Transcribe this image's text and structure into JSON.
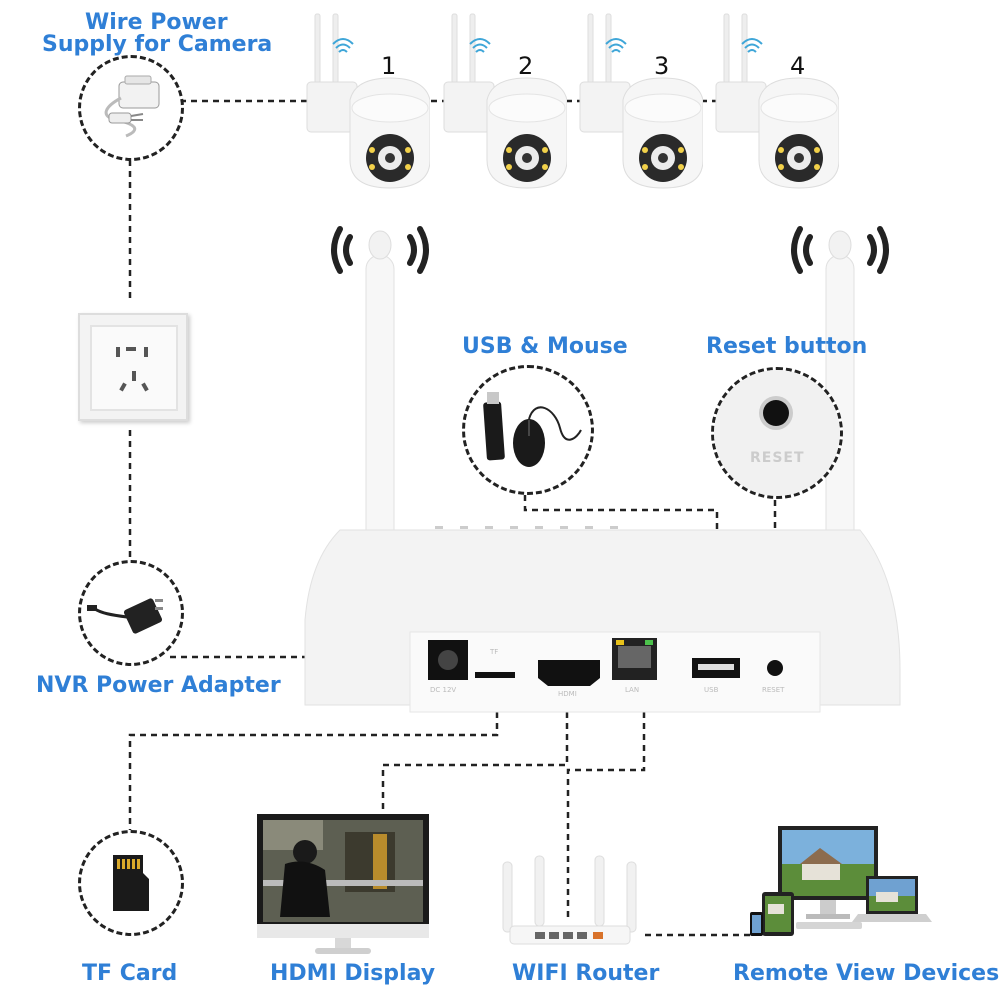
{
  "labels": {
    "wire_power": [
      "Wire Power",
      "Supply for Camera"
    ],
    "usb_mouse": "USB & Mouse",
    "reset_button": "Reset button",
    "nvr_power": "NVR Power Adapter",
    "tf_card": "TF Card",
    "hdmi_display": "HDMI Display",
    "wifi_router": "WIFI Router",
    "remote_view": "Remote View Devices"
  },
  "cameras": [
    {
      "number": "1"
    },
    {
      "number": "2"
    },
    {
      "number": "3"
    },
    {
      "number": "4"
    }
  ],
  "nvr": {
    "reset_text": "RESET",
    "port_labels": [
      "DC 12V",
      "TF",
      "HDMI",
      "LAN",
      "USB",
      "RESET"
    ]
  },
  "colors": {
    "label_blue": "#2f7fd6",
    "line": "#222222",
    "device_white": "#f4f4f4"
  }
}
